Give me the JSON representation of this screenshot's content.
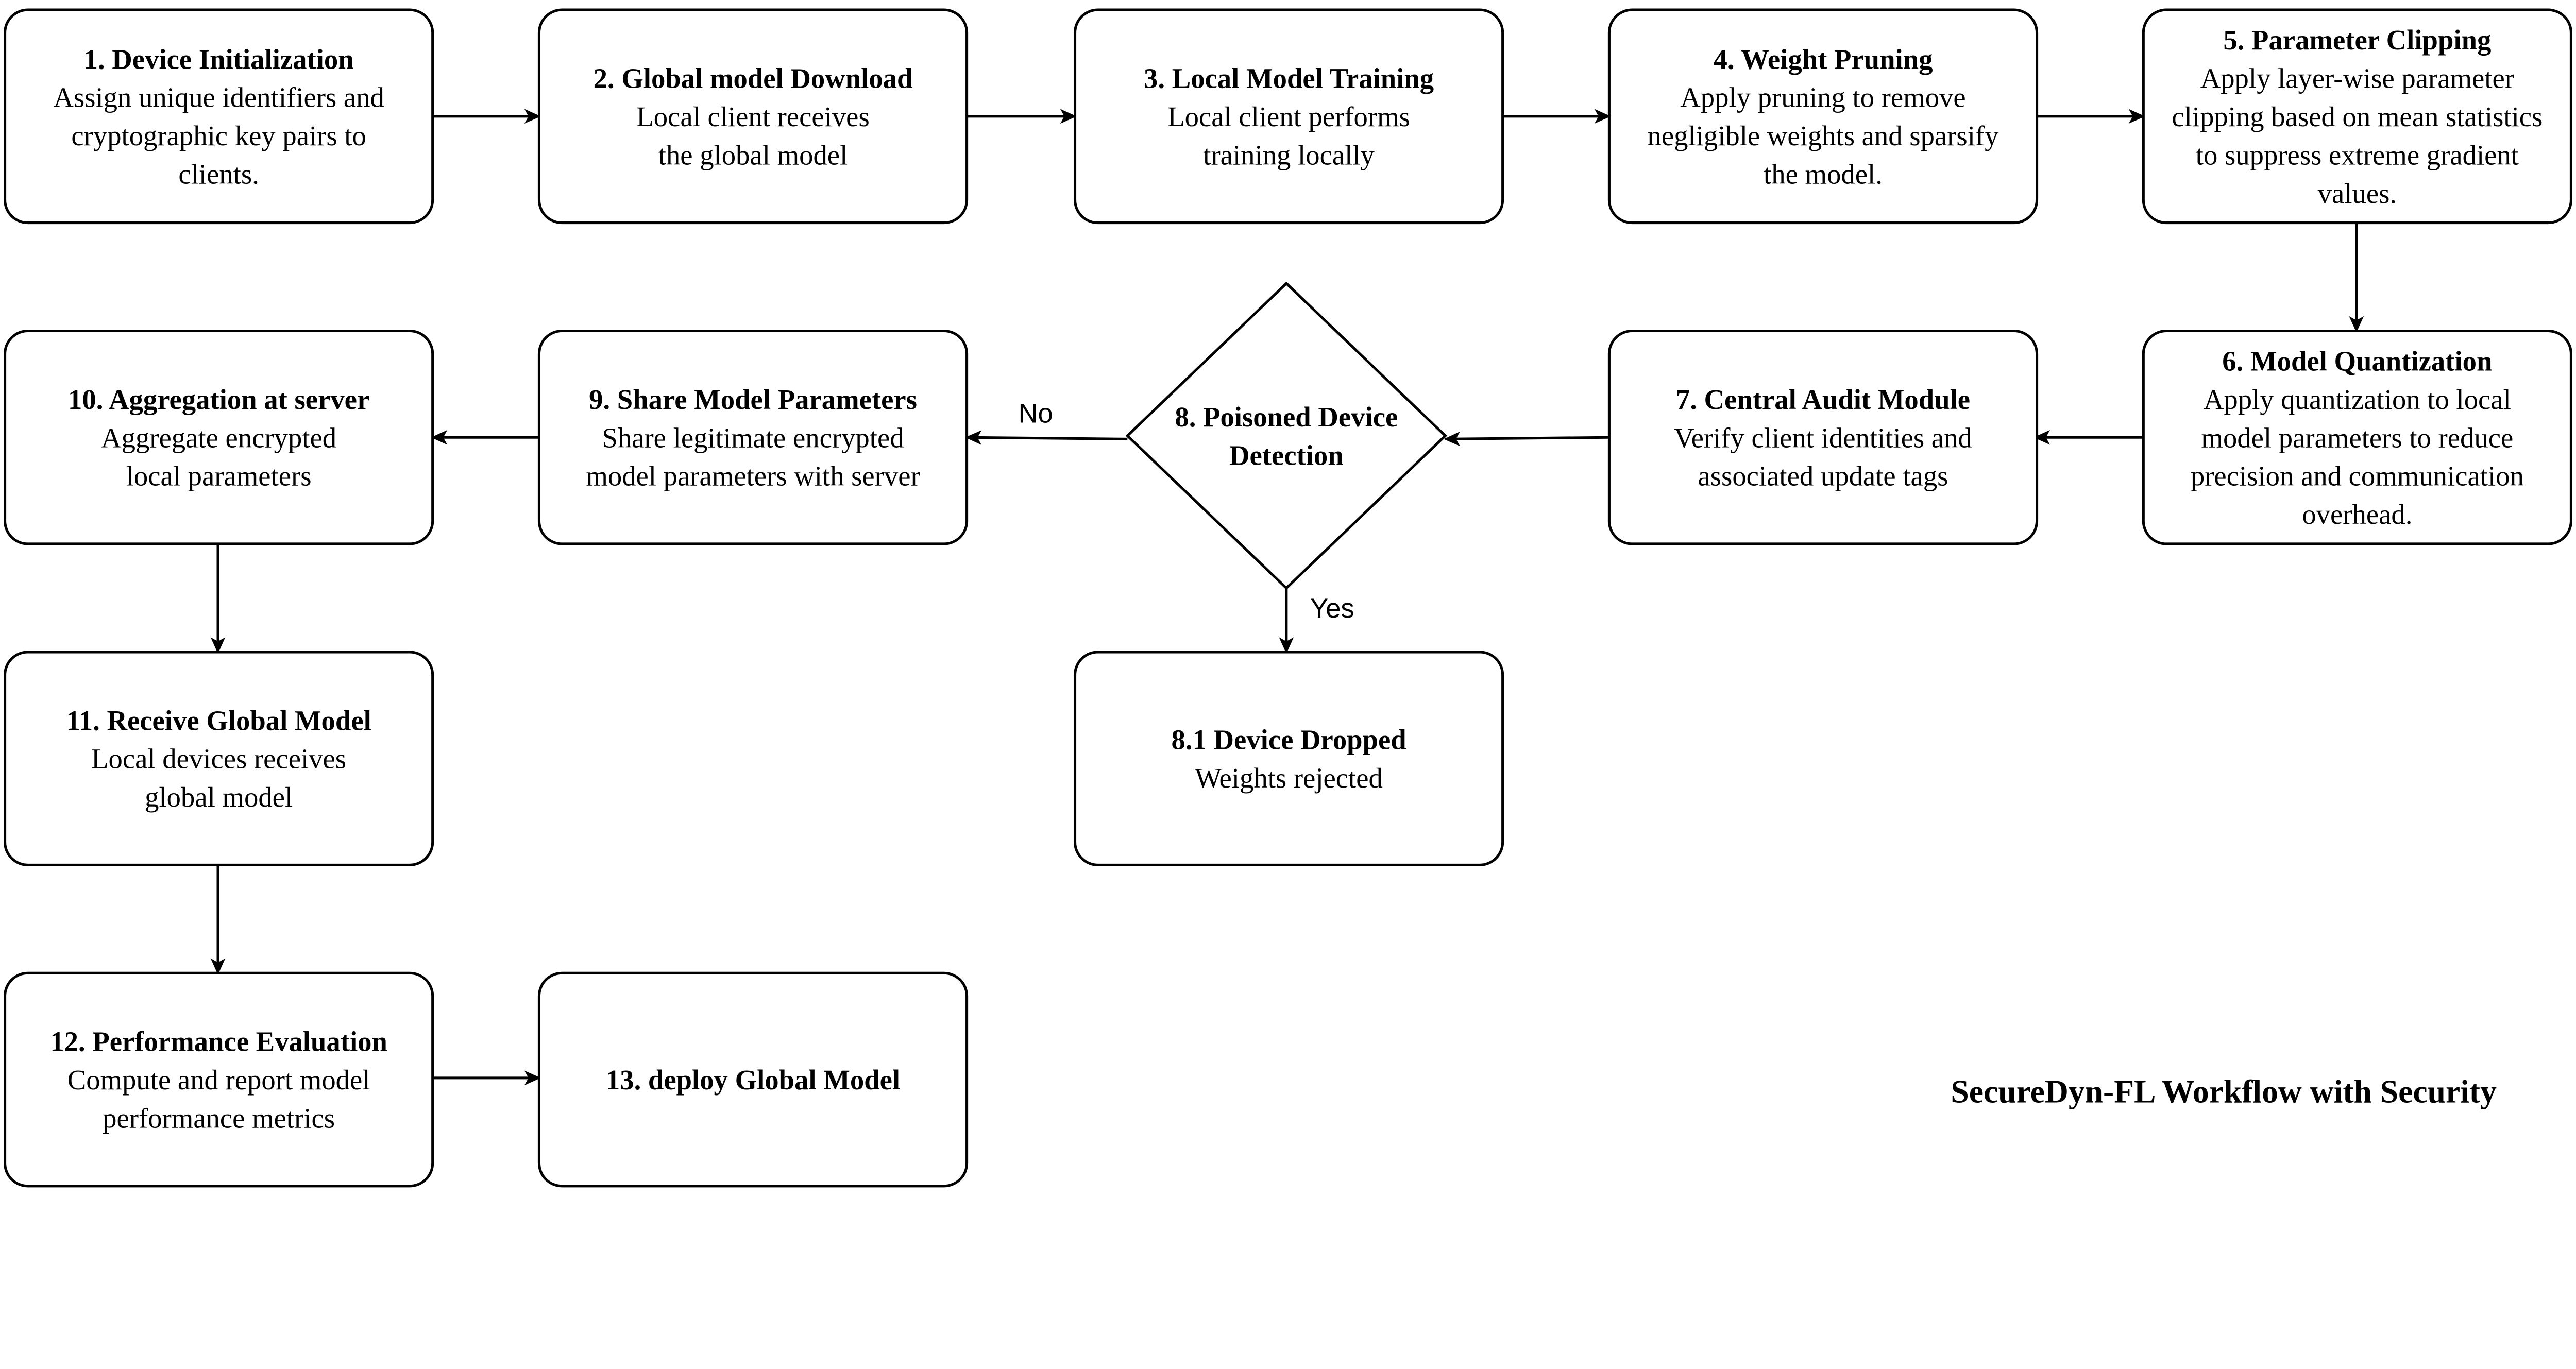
{
  "diagram_title": "SecureDyn-FL Workflow with Security",
  "nodes": [
    {
      "id": "n1",
      "title": "1. Device Initialization",
      "lines": [
        "Assign unique identifiers and",
        "cryptographic key pairs to",
        "clients."
      ]
    },
    {
      "id": "n2",
      "title": "2. Global model Download",
      "lines": [
        "Local client receives",
        "the global model"
      ]
    },
    {
      "id": "n3",
      "title": "3. Local Model Training",
      "lines": [
        "Local client performs",
        "training locally"
      ]
    },
    {
      "id": "n4",
      "title": "4. Weight Pruning",
      "lines": [
        "Apply pruning to remove",
        "negligible weights and sparsify",
        "the model."
      ]
    },
    {
      "id": "n5",
      "title": "5. Parameter Clipping",
      "lines": [
        "Apply layer-wise parameter",
        "clipping based on mean statistics",
        "to suppress extreme gradient",
        "values."
      ]
    },
    {
      "id": "n6",
      "title": "6. Model Quantization",
      "lines": [
        "Apply quantization to local",
        "model parameters to reduce",
        "precision and communication",
        "overhead."
      ]
    },
    {
      "id": "n7",
      "title": "7. Central Audit Module",
      "lines": [
        "Verify client identities and",
        "associated update tags"
      ]
    },
    {
      "id": "n8",
      "title": "8. Poisoned Device",
      "lines": [
        "Detection"
      ],
      "shape": "diamond"
    },
    {
      "id": "n81",
      "title": "8.1 Device Dropped",
      "lines": [
        "Weights rejected"
      ]
    },
    {
      "id": "n9",
      "title": "9. Share Model Parameters",
      "lines": [
        "Share legitimate encrypted",
        "model parameters with server"
      ]
    },
    {
      "id": "n10",
      "title": "10. Aggregation at server",
      "lines": [
        "Aggregate encrypted",
        "local parameters"
      ]
    },
    {
      "id": "n11",
      "title": "11. Receive Global Model",
      "lines": [
        "Local devices receives",
        "global model"
      ]
    },
    {
      "id": "n12",
      "title": "12. Performance Evaluation",
      "lines": [
        "Compute and report model",
        "performance metrics"
      ]
    },
    {
      "id": "n13",
      "title": "13. deploy Global Model",
      "lines": []
    }
  ],
  "edges": [
    {
      "from": "n1",
      "to": "n2"
    },
    {
      "from": "n2",
      "to": "n3"
    },
    {
      "from": "n3",
      "to": "n4"
    },
    {
      "from": "n4",
      "to": "n5"
    },
    {
      "from": "n5",
      "to": "n6"
    },
    {
      "from": "n6",
      "to": "n7"
    },
    {
      "from": "n7",
      "to": "n8"
    },
    {
      "from": "n8",
      "to": "n9",
      "label": "No"
    },
    {
      "from": "n8",
      "to": "n81",
      "label": "Yes"
    },
    {
      "from": "n9",
      "to": "n10"
    },
    {
      "from": "n10",
      "to": "n11"
    },
    {
      "from": "n11",
      "to": "n12"
    },
    {
      "from": "n12",
      "to": "n13"
    }
  ]
}
